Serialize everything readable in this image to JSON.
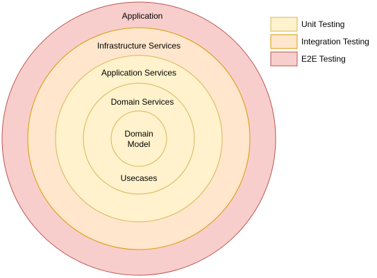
{
  "rings": [
    {
      "id": "application",
      "label": "Application",
      "fill": "#f8cecc",
      "stroke": "#b85450"
    },
    {
      "id": "infrastructure-services",
      "label": "Infrastructure Services",
      "fill": "#ffe6cc",
      "stroke": "#d79b00"
    },
    {
      "id": "application-services",
      "label": "Application Services",
      "fill": "#fff2cc",
      "stroke": "#d6b656"
    },
    {
      "id": "domain-services",
      "label": "Domain Services",
      "fill": "#fff2cc",
      "stroke": "#d6b656"
    },
    {
      "id": "domain-model",
      "label_lines": [
        "Domain",
        "Model"
      ],
      "fill": "#fff2cc",
      "stroke": "#d6b656"
    }
  ],
  "usecases_label": "Usecases",
  "legend": [
    {
      "label": "Unit Testing",
      "fill": "#fff2cc",
      "stroke": "#d6b656"
    },
    {
      "label": "Integration Testing",
      "fill": "#ffe6cc",
      "stroke": "#d79b00"
    },
    {
      "label": "E2E Testing",
      "fill": "#f8cecc",
      "stroke": "#b85450"
    }
  ]
}
